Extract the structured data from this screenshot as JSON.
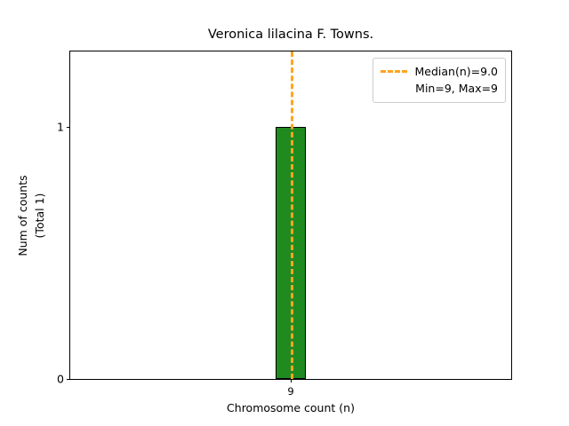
{
  "chart_data": {
    "type": "bar",
    "title": "Veronica lilacina F. Towns.",
    "xlabel": "Chromosome count (n)",
    "ylabel_line1": "Num of counts",
    "ylabel_line2": "(Total 1)",
    "categories": [
      "9"
    ],
    "values": [
      1
    ],
    "ylim": [
      0,
      1.3
    ],
    "yticks": [
      {
        "label": "0",
        "value": 0
      },
      {
        "label": "1",
        "value": 1
      }
    ],
    "xticks": [
      {
        "label": "9",
        "value": 9
      }
    ],
    "xlim": [
      7.5,
      10.5
    ],
    "grid": false,
    "bar_color": "#1f8a1f",
    "bar_edge_color": "#000000",
    "annotations": {
      "median_line": {
        "value": 9.0,
        "color": "#ffa51e",
        "style": "dashed"
      }
    },
    "legend": {
      "position": "upper right",
      "entries": [
        {
          "label": "Median(n)=9.0",
          "marker": "dashed-line",
          "color": "#ffa51e"
        },
        {
          "label": "Min=9, Max=9",
          "marker": "none",
          "color": "#000000"
        }
      ]
    }
  }
}
